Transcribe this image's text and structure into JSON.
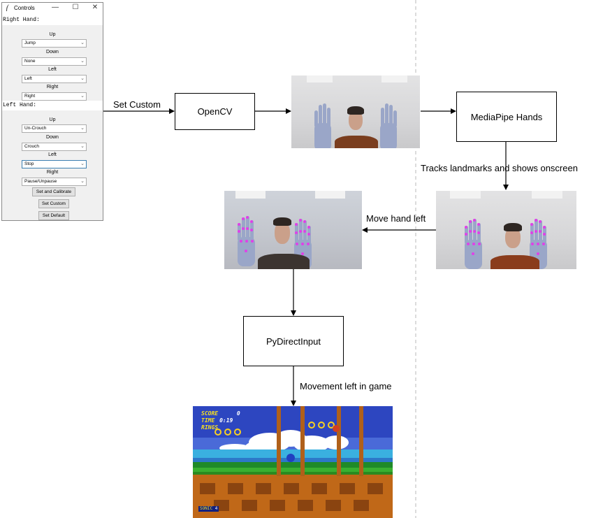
{
  "controls_window": {
    "title": "Controls",
    "minimize": "—",
    "maximize": "☐",
    "close": "✕",
    "right_hand_label": "Right Hand:",
    "left_hand_label": "Left Hand:",
    "right_hand": [
      {
        "direction": "Up",
        "value": "Jump"
      },
      {
        "direction": "Down",
        "value": "None"
      },
      {
        "direction": "Left",
        "value": "Left"
      },
      {
        "direction": "Right",
        "value": "Right"
      }
    ],
    "left_hand": [
      {
        "direction": "Up",
        "value": "Un-Crouch"
      },
      {
        "direction": "Down",
        "value": "Crouch"
      },
      {
        "direction": "Left",
        "value": "Stop"
      },
      {
        "direction": "Right",
        "value": "Pause/Unpause"
      }
    ],
    "buttons": {
      "set_and_calibrate": "Set and Calibrate",
      "set_custom": "Set Custom",
      "set_default": "Set Default"
    }
  },
  "flow": {
    "opencv": "OpenCV",
    "mediapipe": "MediaPipe Hands",
    "pydirectinput": "PyDirectInput",
    "edge_set_custom": "Set Custom",
    "edge_tracks": "Tracks landmarks and shows onscreen",
    "edge_move_left": "Move hand left",
    "edge_movement": "Movement left in game"
  },
  "game_hud": {
    "score_label": "SCORE",
    "score_value": "0",
    "time_label": "TIME",
    "time_value": "0:19",
    "rings_label": "RINGS",
    "lives_name": "SONIC",
    "lives_count": "4"
  },
  "colors": {
    "landmark": "#e040e8",
    "hud_yellow": "#f8e020",
    "sky": "#3050c8",
    "grass": "#30a030",
    "soil": "#c06818"
  }
}
